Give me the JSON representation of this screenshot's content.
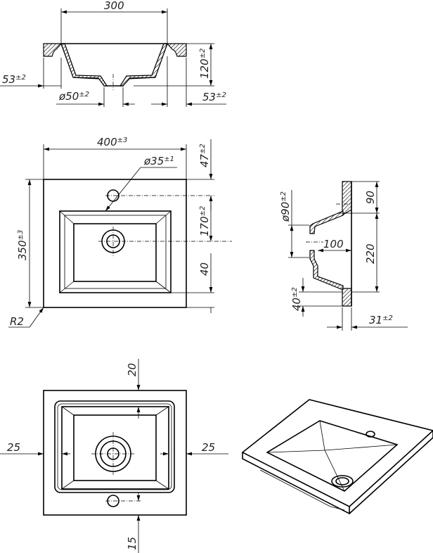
{
  "drawing": {
    "section_view": {
      "width": "300",
      "height": "120",
      "height_tol": "±2",
      "offset_left": "53",
      "offset_left_tol": "±2",
      "drain_diameter": "ø50",
      "drain_diameter_tol": "±2",
      "offset_right": "53",
      "offset_right_tol": "±2"
    },
    "plan_view": {
      "width": "400",
      "width_tol": "±3",
      "tap_hole": "ø35",
      "tap_hole_tol": "±1",
      "tap_offset": "47",
      "tap_offset_tol": "±2",
      "drain_offset": "170",
      "drain_offset_tol": "±2",
      "depth": "350",
      "depth_tol": "±3",
      "front_offset": "40",
      "corner_radius": "R2"
    },
    "side_view": {
      "drain_diameter": "ø90",
      "drain_diameter_tol": "±2",
      "bowl_depth": "100",
      "top_offset": "90",
      "bowl_length": "220",
      "front_offset": "40",
      "front_offset_tol": "±2",
      "rim_thickness": "31",
      "rim_thickness_tol": "±2"
    },
    "bottom_view": {
      "top_margin": "20",
      "left_margin": "25",
      "right_margin": "25",
      "bottom_margin": "15"
    }
  }
}
